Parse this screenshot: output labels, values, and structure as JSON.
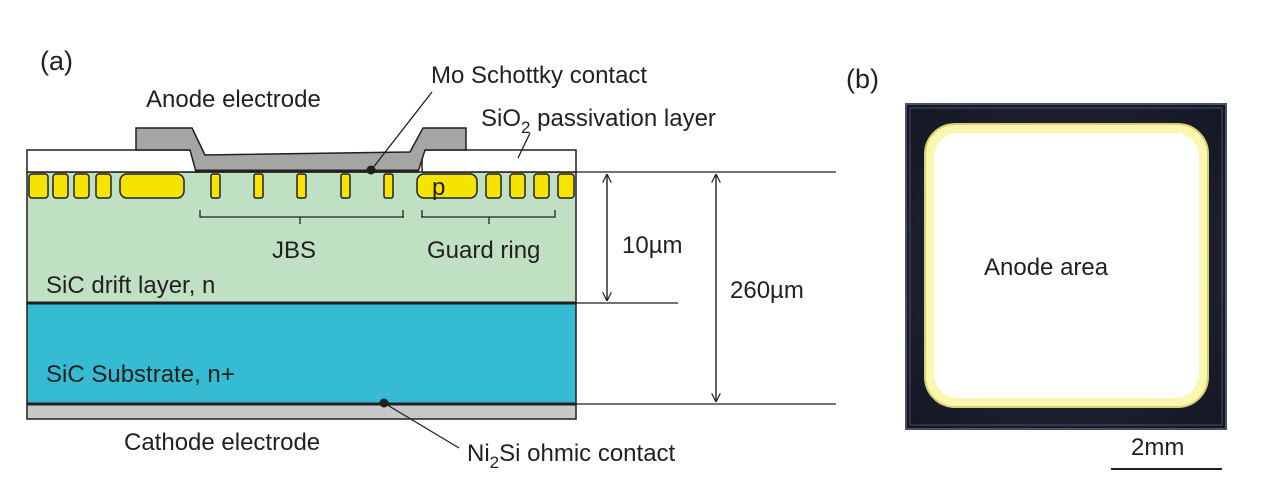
{
  "panel_a": {
    "panel_label": "(a)",
    "anode_electrode": "Anode electrode",
    "mo_contact": "Mo Schottky contact",
    "sio2_prefix": "SiO",
    "sio2_sub": "2",
    "sio2_suffix": " passivation layer",
    "p_region": "p",
    "jbs": "JBS",
    "guard_ring": "Guard ring",
    "drift_layer": "SiC drift layer, n",
    "substrate": "SiC Substrate, n+",
    "cathode_electrode": "Cathode electrode",
    "ni2si_prefix": "Ni",
    "ni2si_sub": "2",
    "ni2si_suffix": "Si ohmic contact",
    "dim_drift": "10µm",
    "dim_total": "260µm"
  },
  "panel_b": {
    "panel_label": "(b)",
    "anode_area": "Anode area",
    "scale_bar": "2mm"
  },
  "colors": {
    "drift": "#c0e0c4",
    "substrate": "#35bcd2",
    "p_implant": "#f4e400",
    "electrode": "#a5a5a5",
    "cathode": "#c8c8c8",
    "chip_frame": "#1e2130",
    "anode_glow": "#fbf7b0"
  }
}
